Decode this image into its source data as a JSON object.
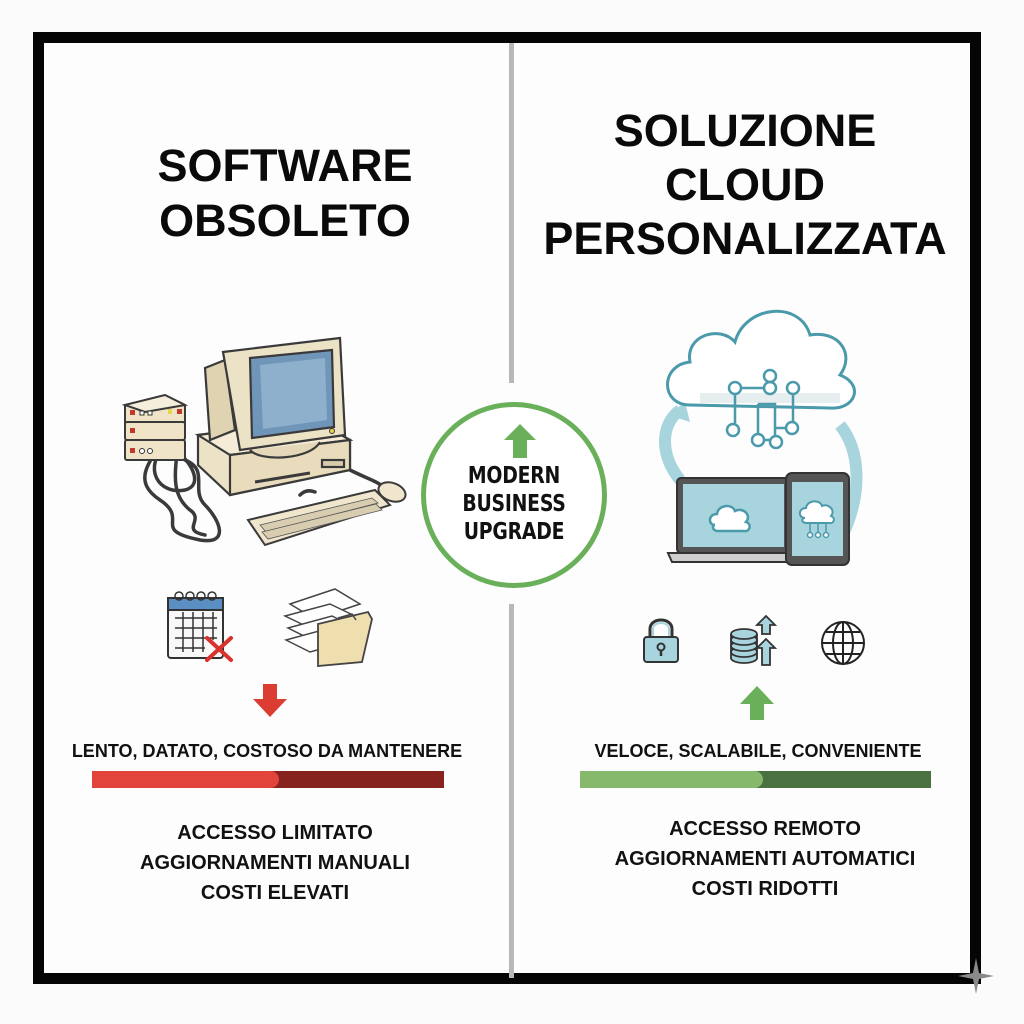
{
  "left_panel": {
    "title_lines": [
      "SOFTWARE",
      "OBSOLETO"
    ],
    "illustration": "retro-desktop-computer-with-modems-and-tangled-cables",
    "icons": [
      "calendar-with-red-x-icon",
      "paper-stack-folder-icon"
    ],
    "indicator_arrow": "red-down-arrow-icon",
    "summary": "LENTO, DATATO, COSTOSO DA MANTENERE",
    "bar": {
      "color_light": "#e2433a",
      "color_dark": "#86231f",
      "light_fraction": 0.53
    },
    "list": [
      "ACCESSO LIMITATO",
      "AGGIORNAMENTI MANUALI",
      "COSTI ELEVATI"
    ]
  },
  "center_badge": {
    "lines": [
      "MODERN",
      "BUSINESS",
      "UPGRADE"
    ],
    "ring_color": "#6ab05a",
    "arrow": "green-up-arrow-icon"
  },
  "right_panel": {
    "title_lines": [
      "SOLUZIONE",
      "CLOUD",
      "PERSONALIZZATA"
    ],
    "illustration": "cloud-network-with-laptop-and-tablet-sync",
    "icons": [
      "padlock-icon",
      "database-scale-up-icon",
      "globe-icon"
    ],
    "indicator_arrow": "green-up-arrow-icon",
    "summary": "VELOCE, SCALABILE, CONVENIENTE",
    "bar": {
      "color_light": "#86b96b",
      "color_dark": "#4a7140",
      "light_fraction": 0.52
    },
    "list": [
      "ACCESSO REMOTO",
      "AGGIORNAMENTI AUTOMATICI",
      "COSTI RIDOTTI"
    ]
  },
  "colors": {
    "frame": "#050505",
    "divider": "#b8b8b8",
    "cloud_accent": "#4a9aab",
    "cloud_fill": "#a8d4de"
  }
}
